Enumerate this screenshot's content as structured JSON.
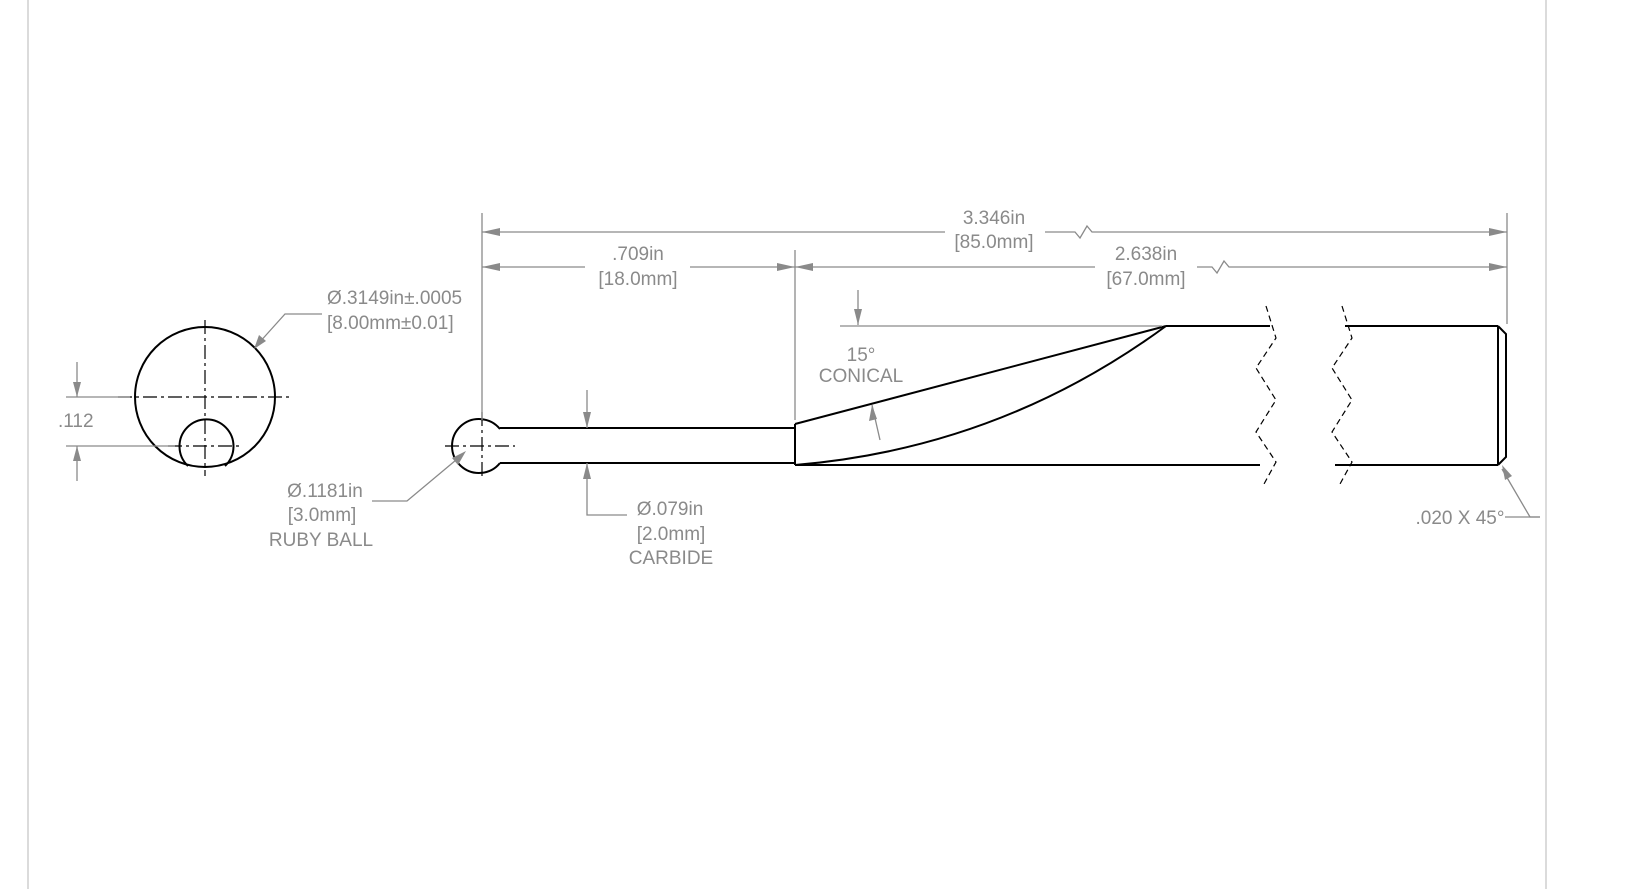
{
  "sheet": {
    "border_color": "#cfcfcf",
    "line_color": "#000000",
    "dimension_color": "#8a8a8a"
  },
  "end_view": {
    "offset_label": ".112",
    "ball_diameter_label": "Ø.3149in±.0005",
    "ball_diameter_mm_label": "[8.00mm±0.01]"
  },
  "dimensions": {
    "overall_in": "3.346in",
    "overall_mm": "[85.0mm]",
    "shaft_length_in": ".709in",
    "shaft_length_mm": "[18.0mm]",
    "body_length_in": "2.638in",
    "body_length_mm": "[67.0mm]",
    "cone_angle": "15°",
    "cone_label": "CONICAL",
    "chamfer": ".020 X 45°"
  },
  "tip": {
    "diameter_in": "Ø.1181in",
    "diameter_mm": "[3.0mm]",
    "material": "RUBY BALL"
  },
  "stem": {
    "diameter_in": "Ø.079in",
    "diameter_mm": "[2.0mm]",
    "material": "CARBIDE"
  }
}
